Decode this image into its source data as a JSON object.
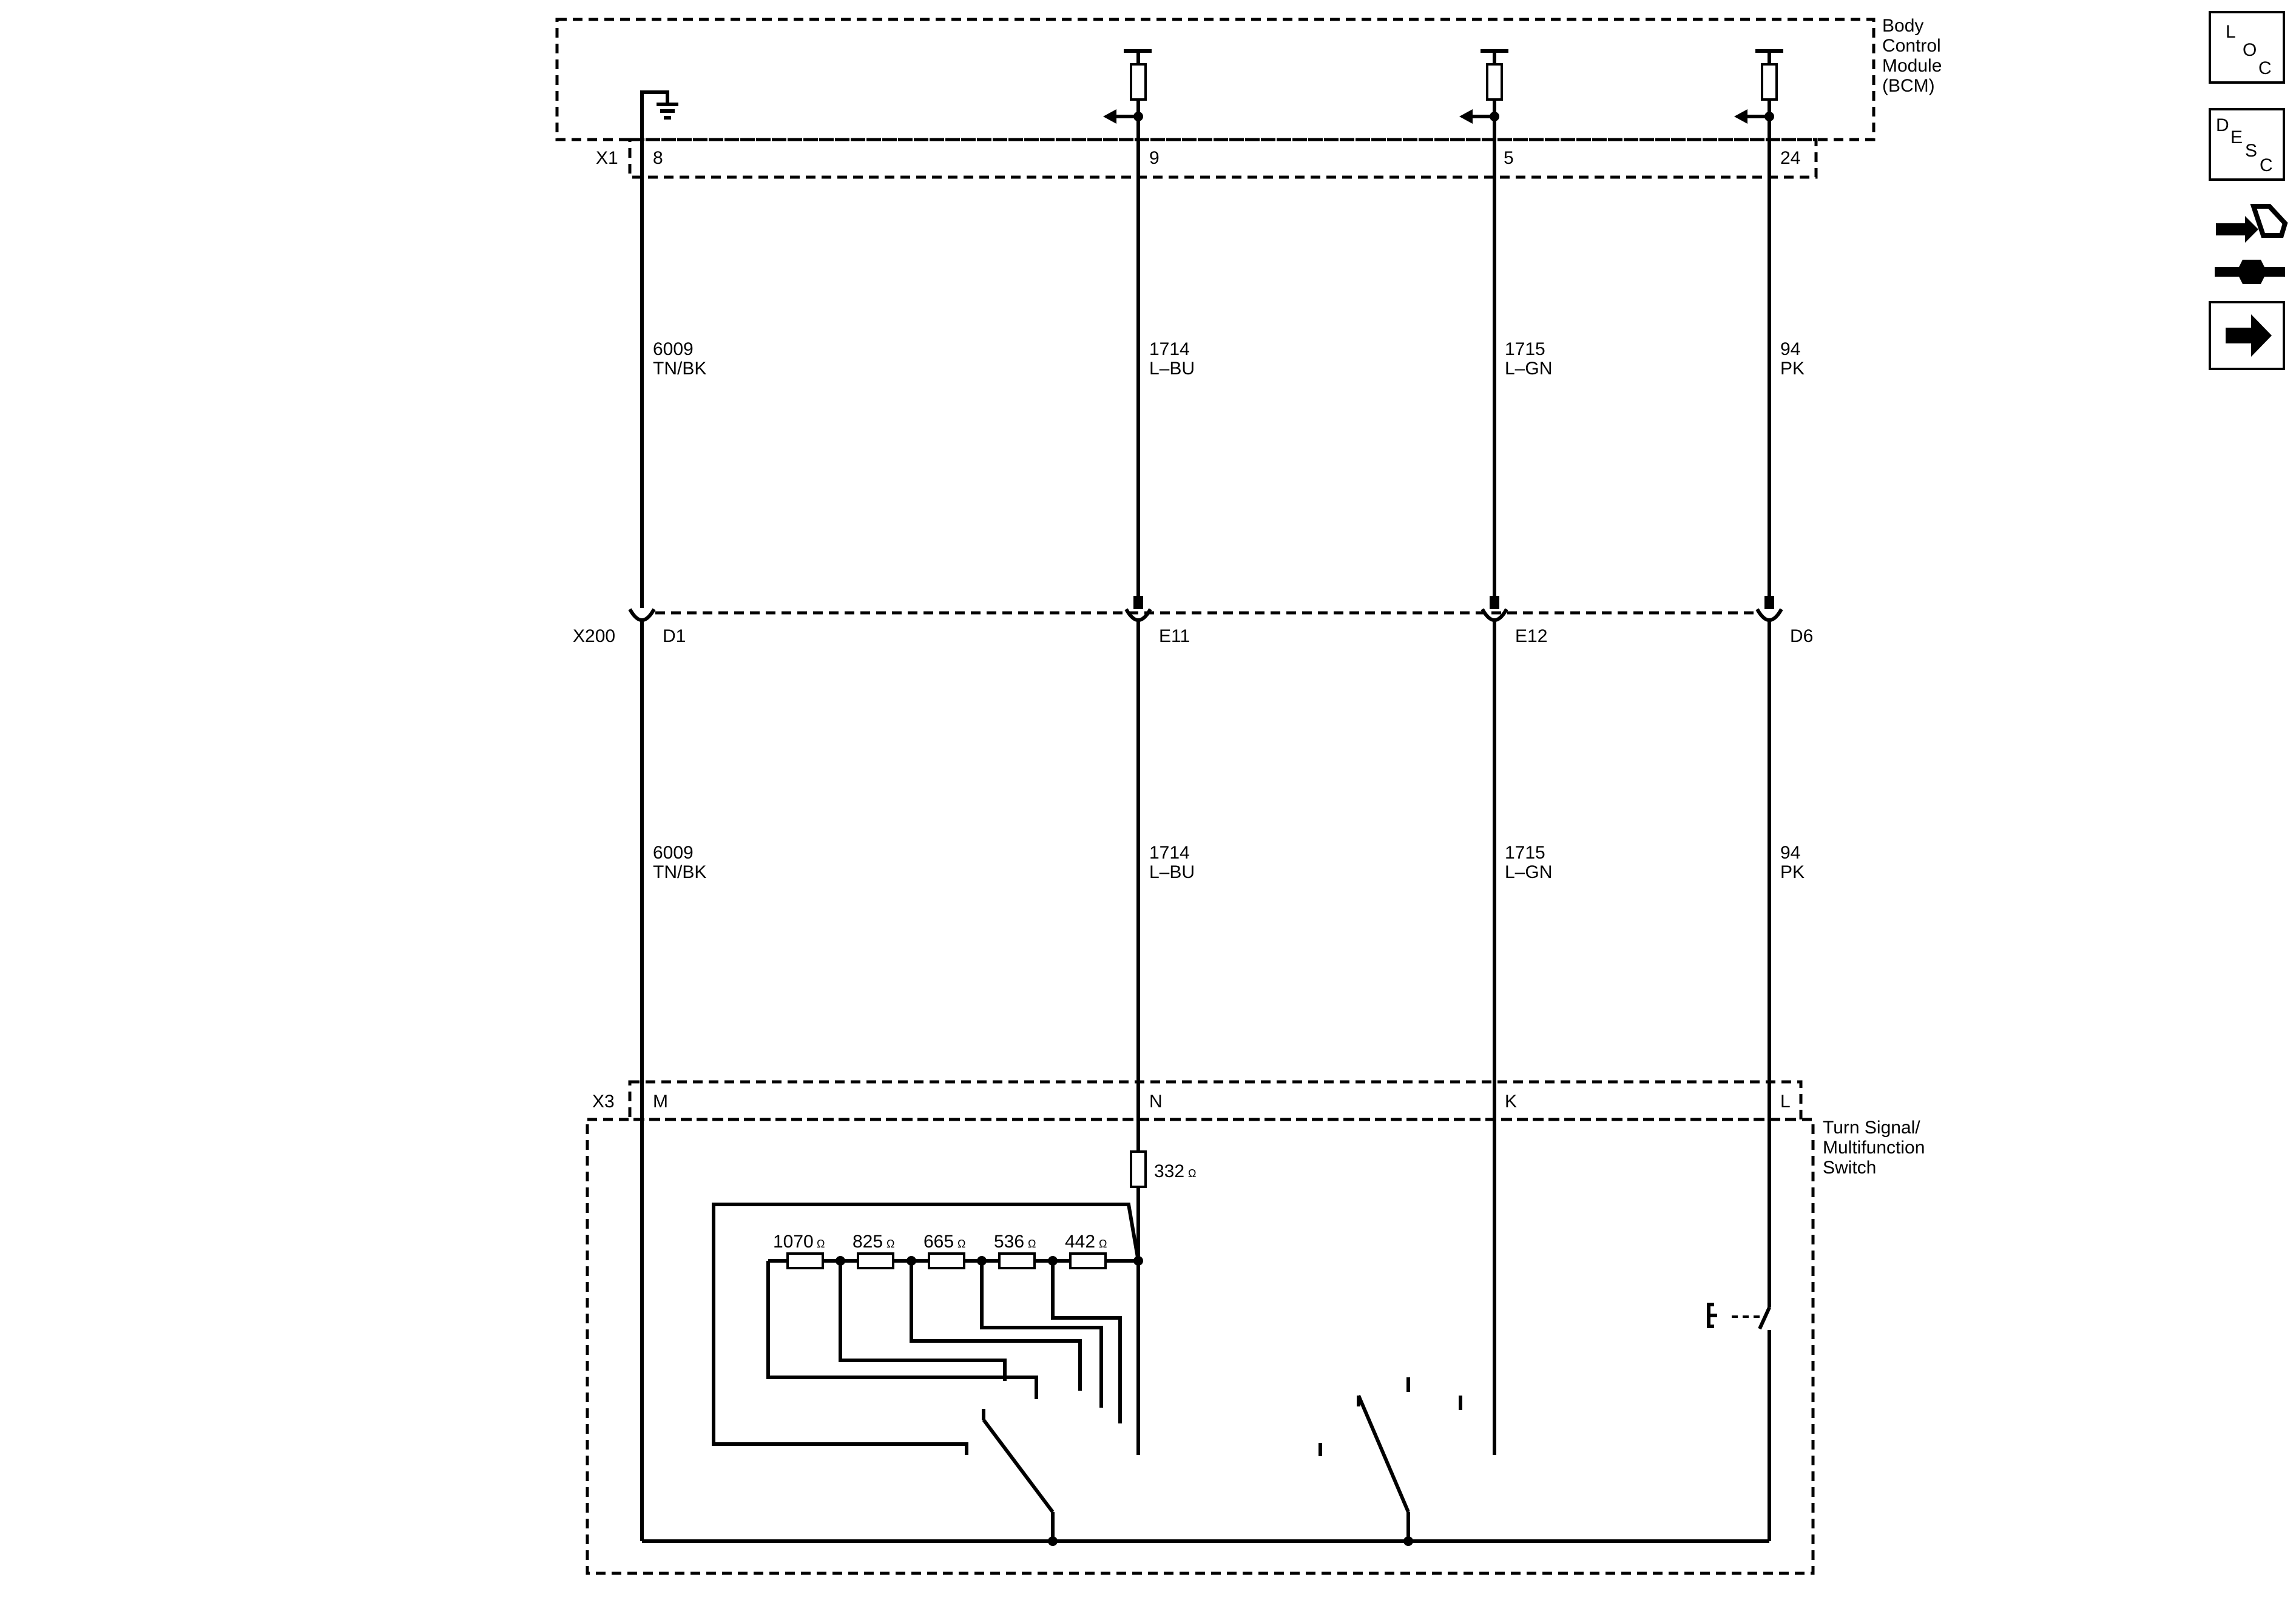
{
  "modules": {
    "bcm": {
      "name_lines": [
        "Body",
        "Control",
        "Module",
        "(BCM)"
      ]
    },
    "switch": {
      "name_lines": [
        "Turn Signal/",
        "Multifunction",
        "Switch"
      ]
    }
  },
  "connectors": {
    "x1": {
      "id": "X1",
      "pins": [
        "8",
        "9",
        "5",
        "24"
      ]
    },
    "x200": {
      "id": "X200",
      "pins": [
        "D1",
        "E11",
        "E12",
        "D6"
      ]
    },
    "x3": {
      "id": "X3",
      "pins": [
        "M",
        "N",
        "K",
        "L"
      ]
    }
  },
  "circuits": [
    {
      "number": "6009",
      "color": "TN/BK"
    },
    {
      "number": "1714",
      "color": "L–BU"
    },
    {
      "number": "1715",
      "color": "L–GN"
    },
    {
      "number": "94",
      "color": "PK"
    }
  ],
  "resistors": {
    "series": "332",
    "ladder": [
      "1070",
      "825",
      "665",
      "536",
      "442"
    ],
    "unit": "Ω"
  },
  "nav": {
    "loc": [
      "L",
      "O",
      "C"
    ],
    "desc": [
      "D",
      "E",
      "S",
      "C"
    ],
    "connector_icon": "connector-wrench-icon",
    "next_icon": "arrow-right-icon"
  }
}
